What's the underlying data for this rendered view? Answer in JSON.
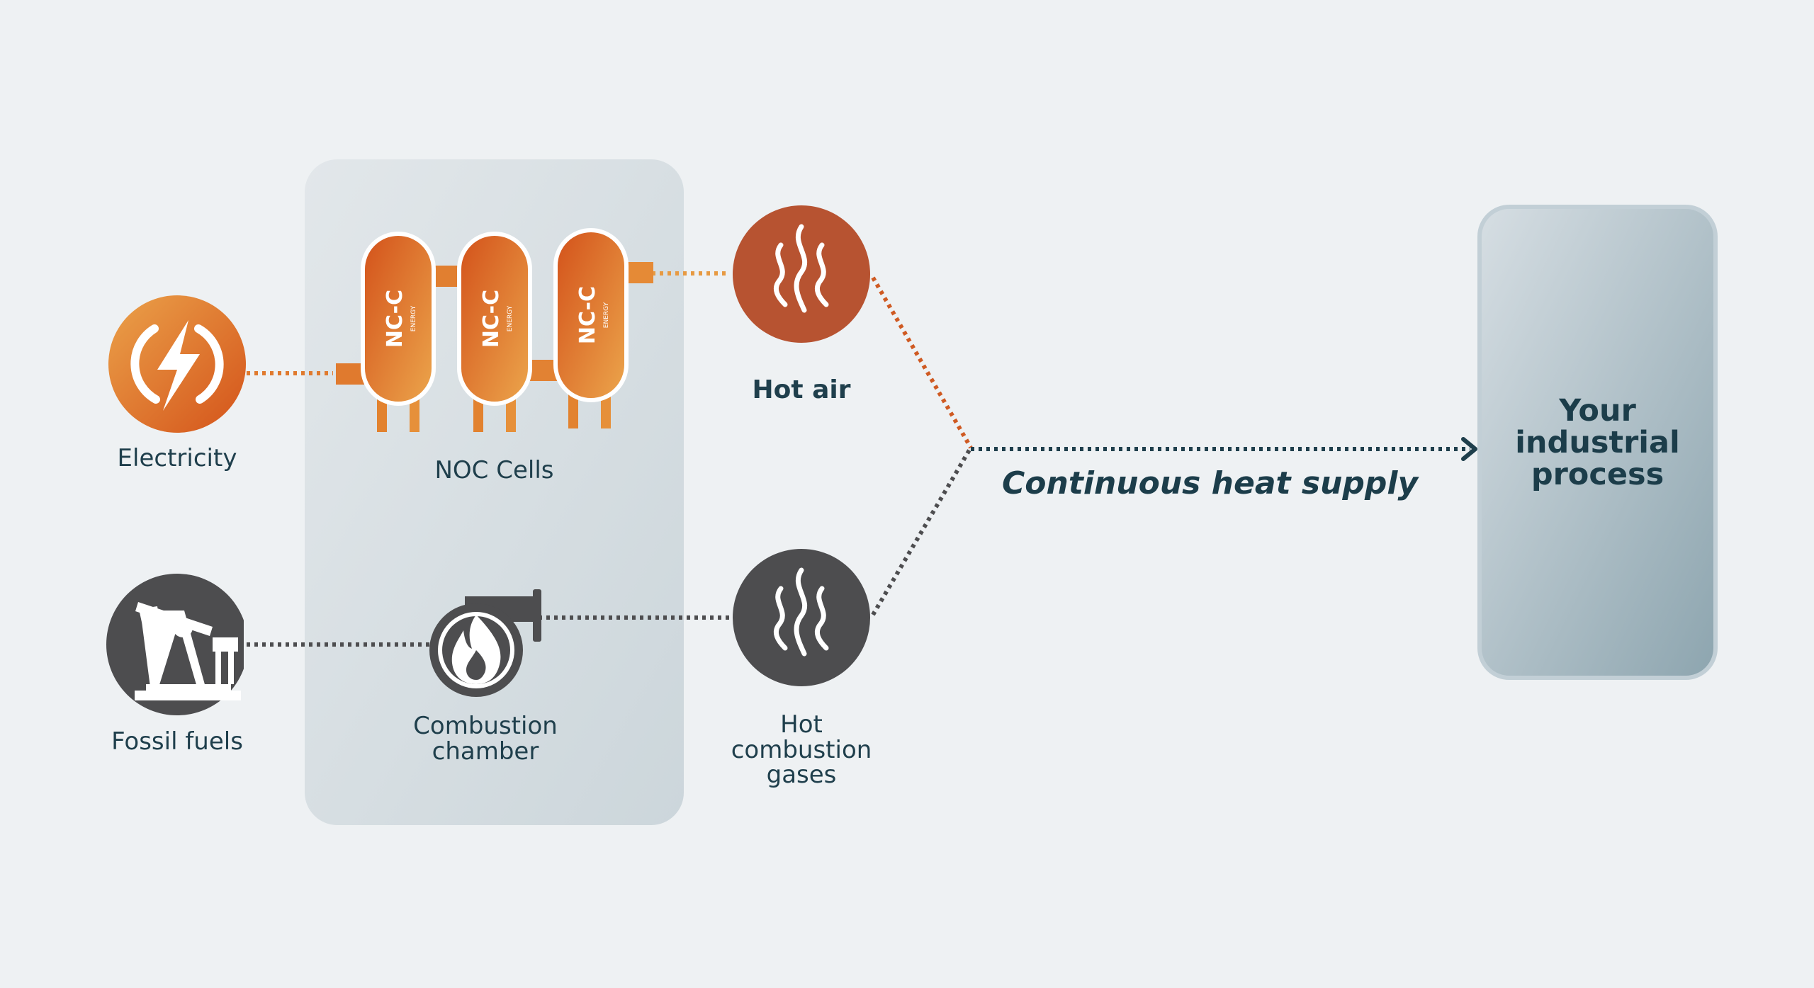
{
  "diagram": {
    "inputs": {
      "electricity_label": "Electricity",
      "fossil_label": "Fossil fuels"
    },
    "system": {
      "cells_label": "NOC Cells",
      "cell_logo": "NC-C",
      "cell_logo_sub": "ENERGY",
      "combustion_label": "Combustion\nchamber"
    },
    "outputs": {
      "hot_air_label": "Hot air",
      "hot_gases_label": "Hot\ncombustion\ngases"
    },
    "flow_label": "Continuous heat supply",
    "process_label": "Your\nindustrial\nprocess",
    "icons": {
      "electricity": "lightning-power-icon",
      "fossil": "oil-pump-icon",
      "combustion": "flame-burner-icon",
      "hot_air": "heat-waves-icon",
      "hot_gases": "heat-waves-icon",
      "arrow": "arrow-right-icon"
    },
    "colors": {
      "background": "#eef1f3",
      "orange_light": "#eba24a",
      "orange_dark": "#d4531a",
      "hot_air": "#b75331",
      "gray_dark": "#4d4d4f",
      "text": "#1f3f4c",
      "panel": "#d5dde1",
      "process_box": "#9fb3bc"
    }
  }
}
